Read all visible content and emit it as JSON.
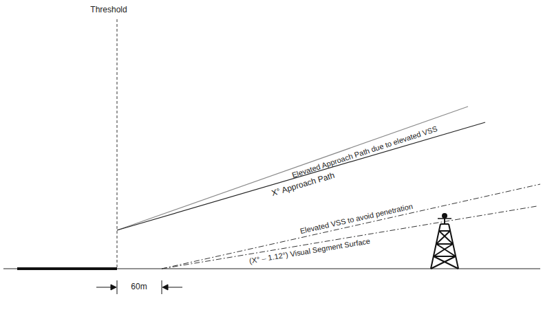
{
  "diagram": {
    "labels": [
      "Threshold",
      "Elevated Approach Path due to elevated VSS",
      "X° Approach Path",
      "Elevated VSS to avoid penetration",
      "(X° – 1.12°) Visual Segment Surface",
      "60m"
    ]
  }
}
